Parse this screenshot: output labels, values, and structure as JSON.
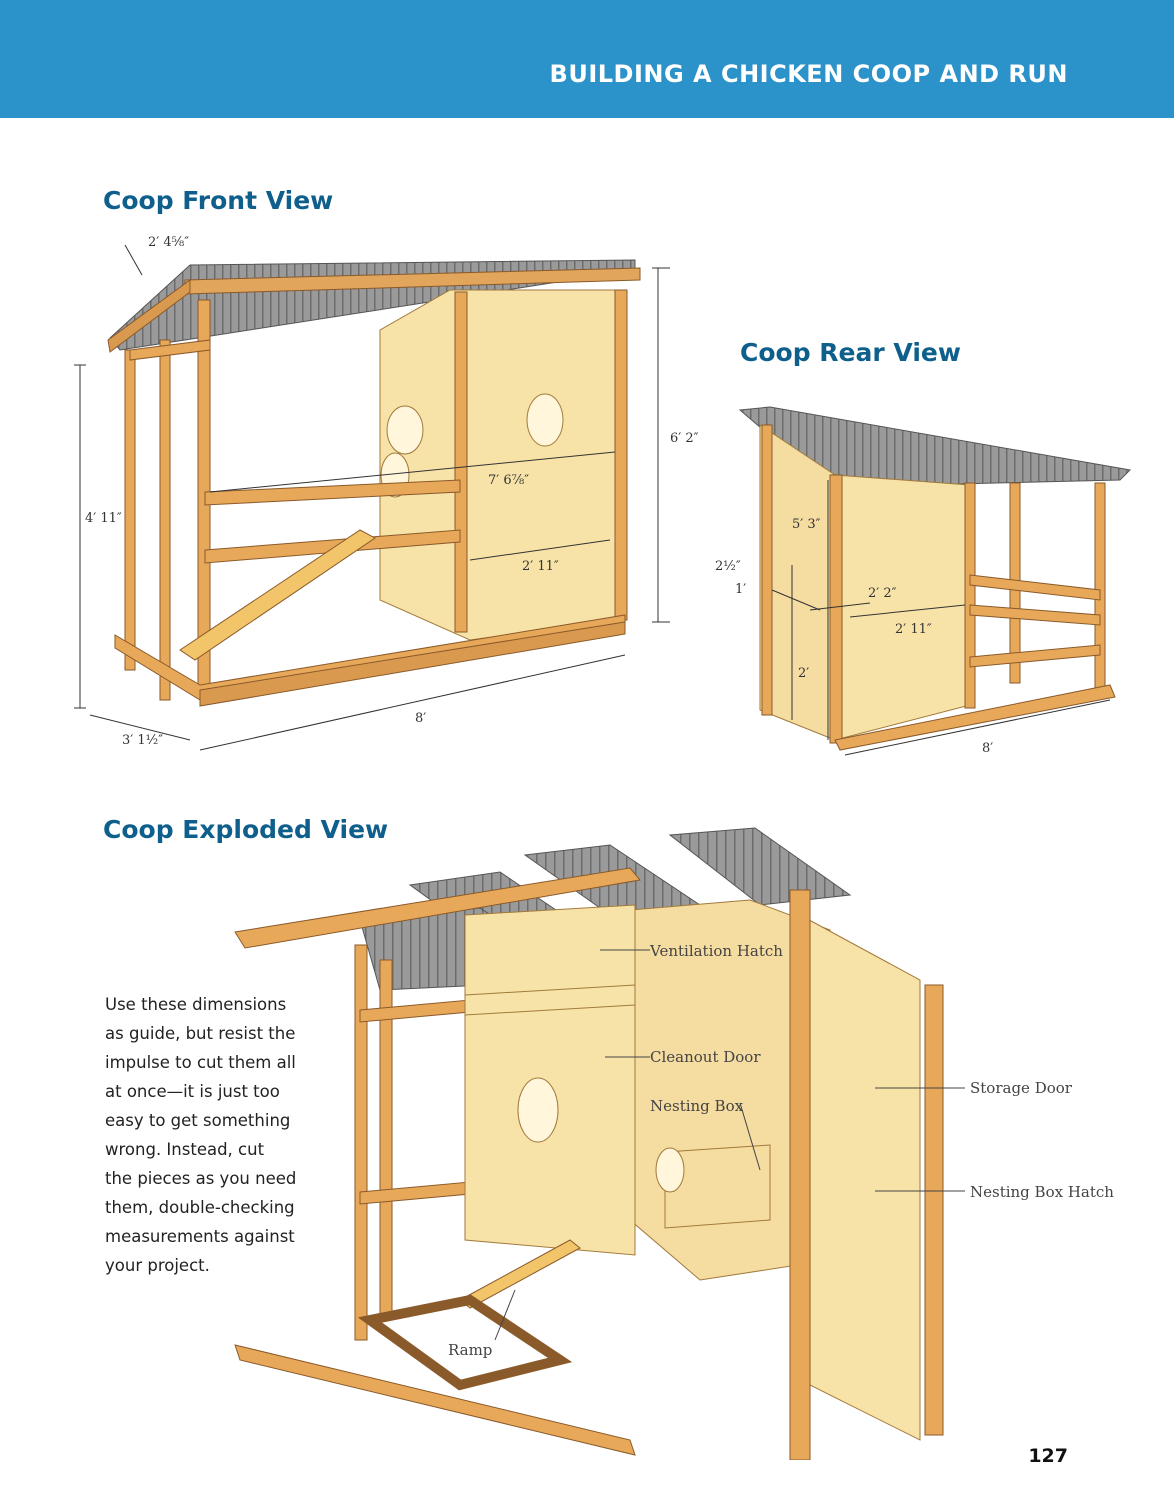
{
  "header": {
    "title": "BUILDING A CHICKEN COOP AND RUN",
    "color": "#2b93c9"
  },
  "sections": {
    "front": {
      "title": "Coop Front View"
    },
    "rear": {
      "title": "Coop Rear View"
    },
    "exploded": {
      "title": "Coop Exploded View"
    }
  },
  "front_dims": {
    "d1": "2′ 4⁵⁄₈″",
    "d2": "6′ 2″",
    "d3": "7′ 6⁷⁄₈″",
    "d4": "4′ 11″",
    "d5": "2′ 11″",
    "d6": "8′",
    "d7": "3′ 1¹⁄₂″"
  },
  "rear_dims": {
    "d1": "5′ 3″",
    "d2": "2¹⁄₂″",
    "d3": "1′",
    "d4": "2′ 2″",
    "d5": "2′ 11″",
    "d6": "2′",
    "d7": "8′"
  },
  "exploded_labels": {
    "ventilation": "Ventilation Hatch",
    "cleanout": "Cleanout Door",
    "nesting_box": "Nesting Box",
    "storage": "Storage Door",
    "nesting_hatch": "Nesting Box Hatch",
    "ramp": "Ramp"
  },
  "body_text": {
    "lines": [
      "Use these dimensions",
      "as guide, but resist the",
      "impulse to cut them all",
      "at once—it is just too",
      "easy to get something",
      "wrong. Instead, cut",
      "the pieces as you need",
      "them, double-checking",
      "measurements against",
      "your project."
    ]
  },
  "page_number": "127"
}
